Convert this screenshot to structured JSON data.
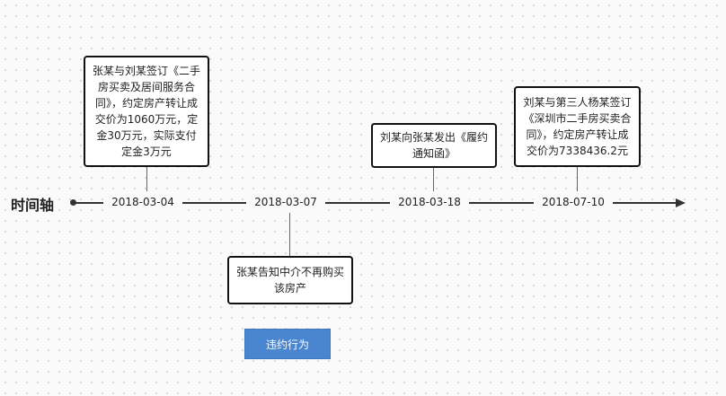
{
  "timeline": {
    "title": "时间轴",
    "dates": [
      "2018-03-04",
      "2018-03-07",
      "2018-03-18",
      "2018-07-10"
    ]
  },
  "events": [
    {
      "date": "2018-03-04",
      "text": "张某与刘某签订《二手房买卖及居间服务合同》，约定房产转让成交价为1060万元，定金30万元，实际支付定金3万元"
    },
    {
      "date": "2018-03-07",
      "text": "张某告知中介不再购买该房产"
    },
    {
      "date": "2018-03-18",
      "text": "刘某向张某发出《履约通知函》"
    },
    {
      "date": "2018-07-10",
      "text": "刘某与第三人杨某签订《深圳市二手房买卖合同》，约定房产转让成交价为7338436.2元"
    }
  ],
  "tag": {
    "label": "违约行为"
  }
}
